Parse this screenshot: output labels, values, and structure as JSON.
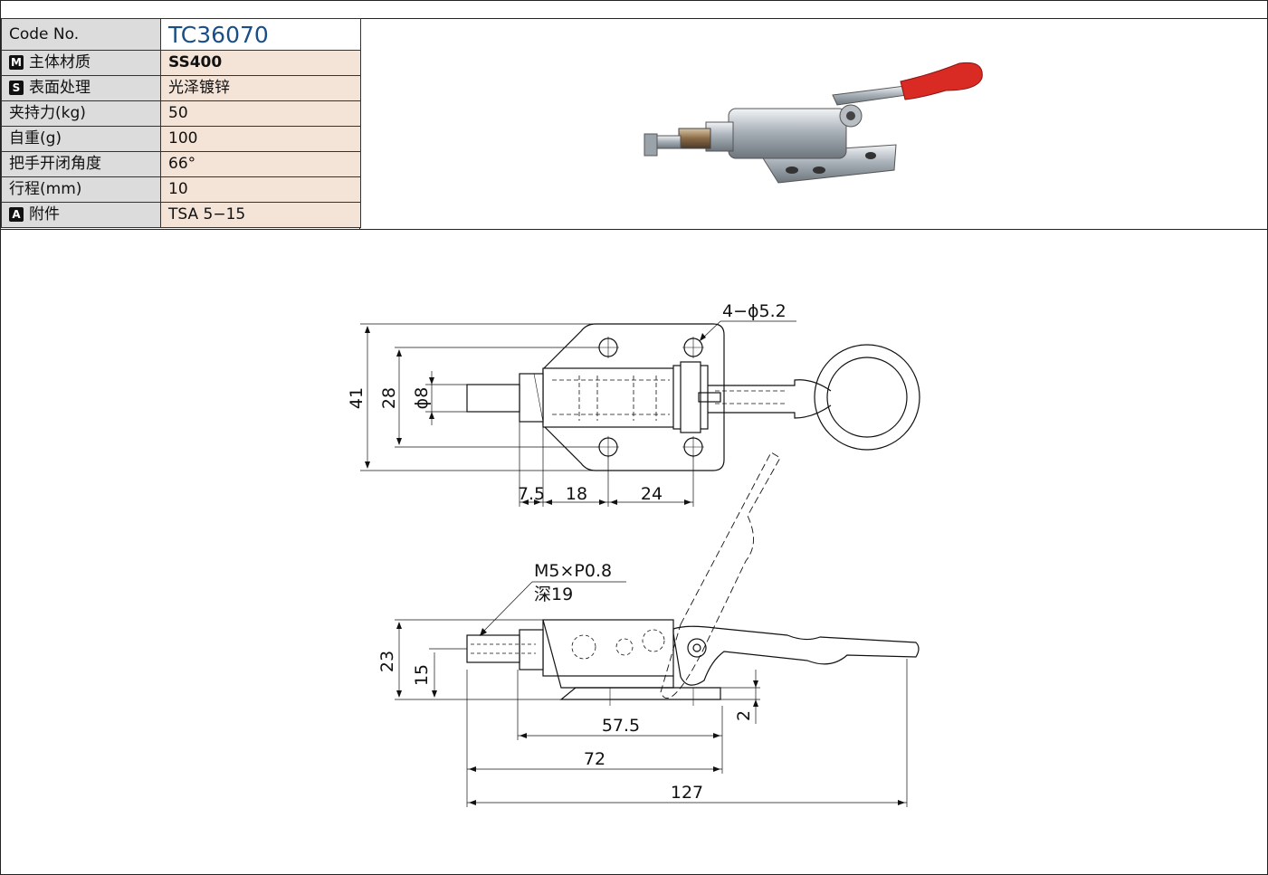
{
  "spec_table": {
    "rows": [
      {
        "icon": "",
        "label": "Code No.",
        "value": "TC36070"
      },
      {
        "icon": "M",
        "label": "主体材质",
        "value": "SS400"
      },
      {
        "icon": "S",
        "label": "表面处理",
        "value": "光泽镀锌"
      },
      {
        "icon": "",
        "label": "夹持力(kg)",
        "value": "50"
      },
      {
        "icon": "",
        "label": "自重(g)",
        "value": "100"
      },
      {
        "icon": "",
        "label": "把手开闭角度",
        "value": "66°"
      },
      {
        "icon": "",
        "label": "行程(mm)",
        "value": "10"
      },
      {
        "icon": "A",
        "label": "附件",
        "value": "TSA 5−15"
      }
    ]
  },
  "drawing": {
    "holes": "4−ϕ5.2",
    "dims_top": {
      "h41": "41",
      "h28": "28",
      "d8": "ϕ8",
      "w7_5": "7.5",
      "w18": "18",
      "w24": "24"
    },
    "thread": "M5×P0.8",
    "depth": "深19",
    "dims_side": {
      "h23": "23",
      "h15": "15",
      "t2": "2",
      "l57_5": "57.5",
      "l72": "72",
      "l127": "127"
    }
  },
  "colors": {
    "key_bg": "#dcdcdc",
    "value_bg": "#f4e4d8",
    "code_blue": "#1a4e86",
    "handle_red": "#d92a23"
  }
}
